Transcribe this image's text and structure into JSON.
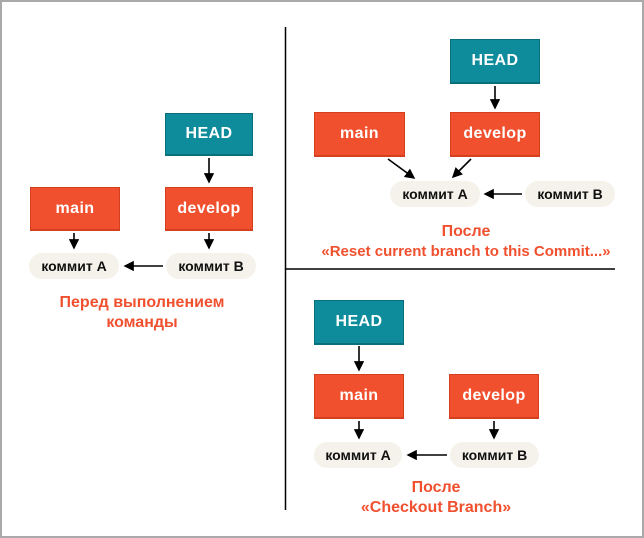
{
  "colors": {
    "head_box": "#0F8C9C",
    "branch_box": "#F1502F",
    "commit_pill": "#F4F2EA",
    "caption_text": "#F1502F",
    "divider_line": "#000000",
    "frame_border": "#A9A9A9"
  },
  "panels": {
    "before": {
      "caption": [
        "Перед выполнением",
        "команды"
      ],
      "nodes": {
        "head": "HEAD",
        "main": "main",
        "develop": "develop",
        "commit_a": "коммит A",
        "commit_b": "коммит B"
      }
    },
    "after_reset": {
      "caption": [
        "После",
        "«Reset current branch to this Commit...»"
      ],
      "nodes": {
        "head": "HEAD",
        "main": "main",
        "develop": "develop",
        "commit_a": "коммит A",
        "commit_b": "коммит B"
      }
    },
    "after_checkout": {
      "caption": [
        "После",
        "«Checkout Branch»"
      ],
      "nodes": {
        "head": "HEAD",
        "main": "main",
        "develop": "develop",
        "commit_a": "коммит A",
        "commit_b": "коммит B"
      }
    }
  }
}
